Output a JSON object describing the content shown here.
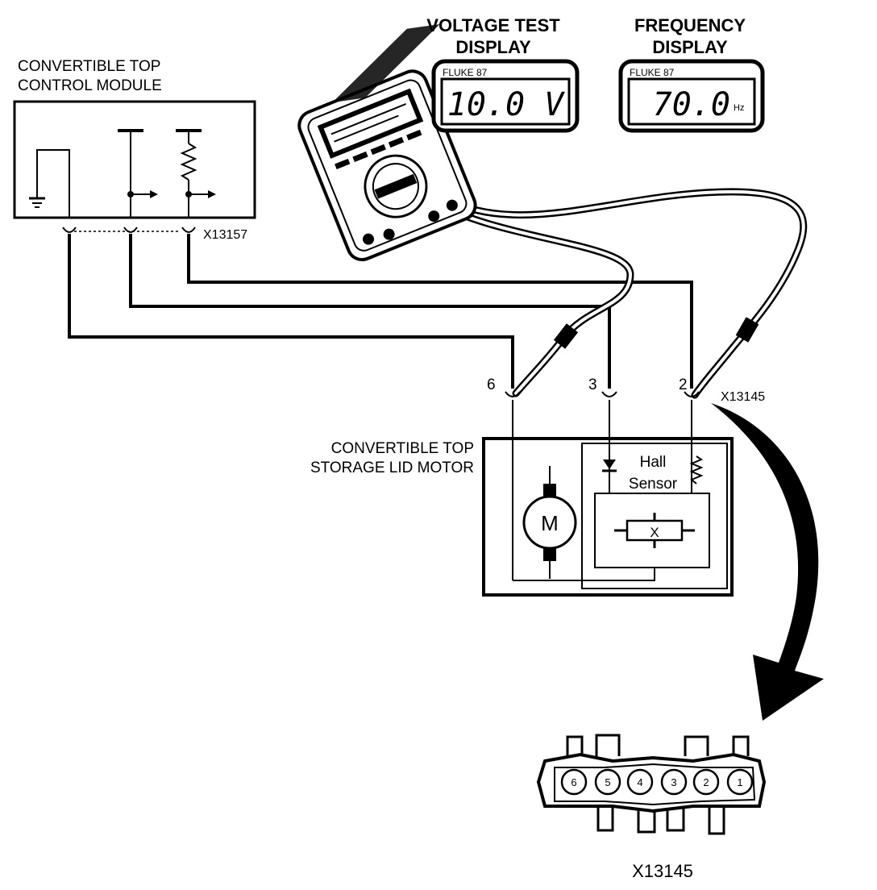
{
  "module": {
    "title_line1": "CONVERTIBLE TOP",
    "title_line2": "CONTROL MODULE",
    "connector_id": "X13157"
  },
  "motor": {
    "title_line1": "CONVERTIBLE TOP",
    "title_line2": "STORAGE LID MOTOR",
    "connector_id": "X13145",
    "motor_symbol": "M",
    "hall_line1": "Hall",
    "hall_line2": "Sensor",
    "hall_element": "X"
  },
  "pins": [
    "6",
    "3",
    "2"
  ],
  "voltage_display": {
    "heading_line1": "VOLTAGE TEST",
    "heading_line2": "DISPLAY",
    "brand": "FLUKE 87",
    "reading": "10.0 V"
  },
  "frequency_display": {
    "heading_line1": "FREQUENCY",
    "heading_line2": "DISPLAY",
    "brand": "FLUKE 87",
    "reading": "70.0",
    "unit": "Hz"
  },
  "connector_face": {
    "label": "X13145",
    "pins": [
      "6",
      "5",
      "4",
      "3",
      "2",
      "1"
    ]
  }
}
